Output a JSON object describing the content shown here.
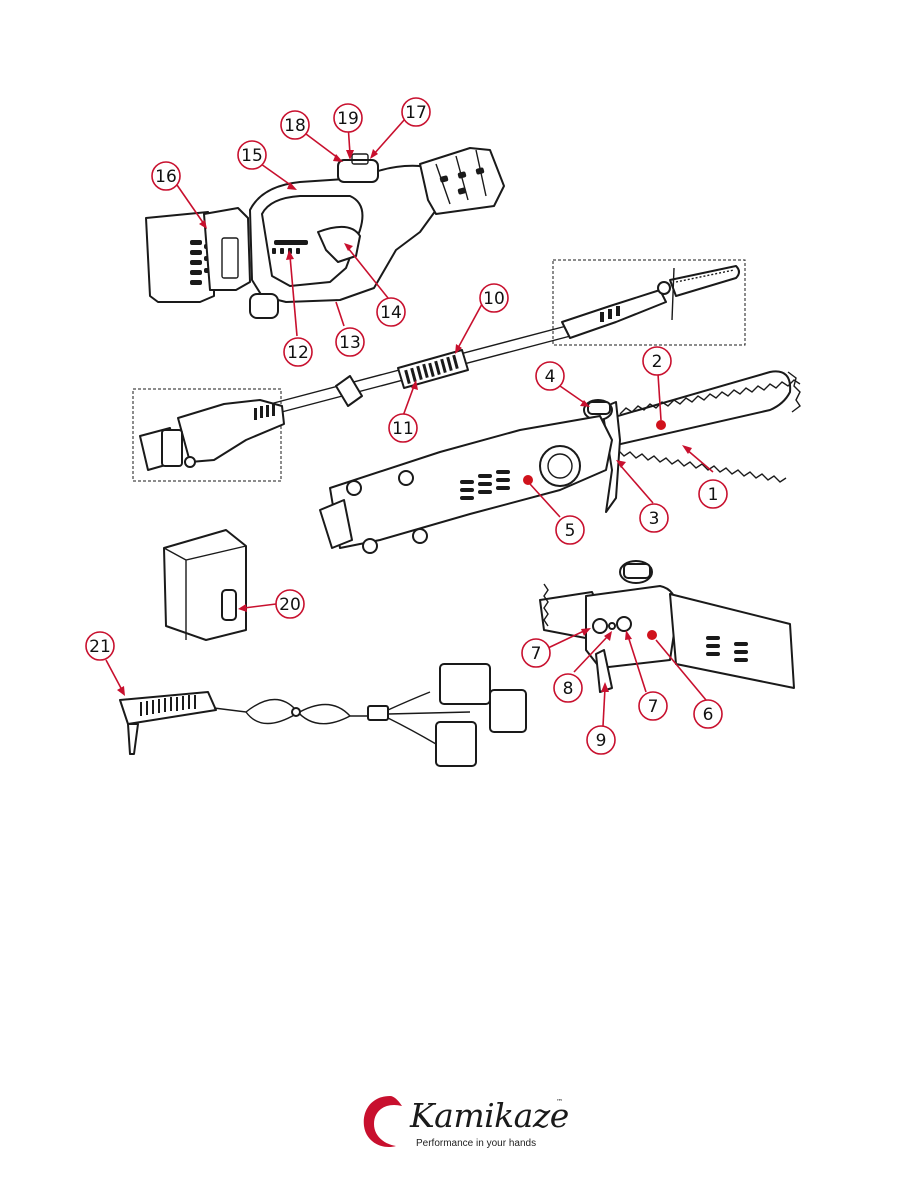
{
  "callouts": [
    "1",
    "2",
    "3",
    "4",
    "5",
    "6",
    "7",
    "7",
    "8",
    "9",
    "10",
    "11",
    "12",
    "13",
    "14",
    "15",
    "16",
    "17",
    "18",
    "19",
    "20",
    "21"
  ],
  "logo": {
    "brand": "Kamikaze",
    "trademark": "™",
    "tagline": "Performance in your hands",
    "accent_color": "#c8102e"
  }
}
